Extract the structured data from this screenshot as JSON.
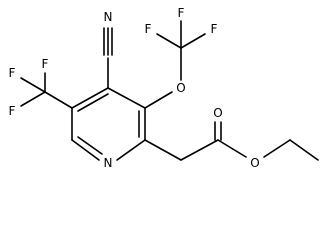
{
  "molecule": {
    "atoms": {
      "N_nitrile": "N",
      "N_ring": "N",
      "O_ether": "O",
      "O_carbonyl": "O",
      "O_ester": "O",
      "F_a1": "F",
      "F_a2": "F",
      "F_a3": "F",
      "F_b1": "F",
      "F_b2": "F",
      "F_b3": "F"
    }
  },
  "colors": {
    "bond": "#000000",
    "label": "#000000",
    "background": "#ffffff"
  }
}
